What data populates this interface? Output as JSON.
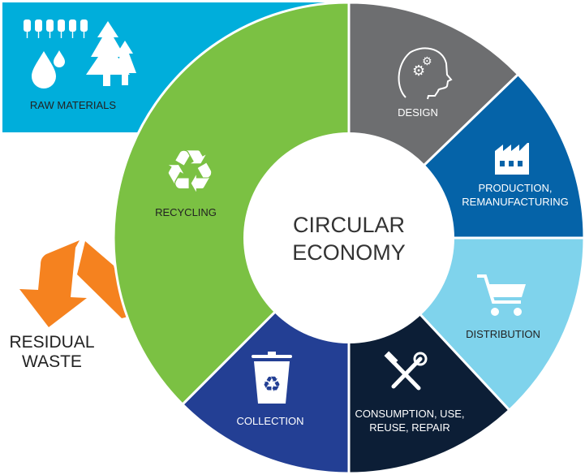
{
  "title": {
    "line1": "CIRCULAR",
    "line2": "ECONOMY"
  },
  "raw_materials": {
    "label": "RAW MATERIALS",
    "color": "#00aedb"
  },
  "residual_waste": {
    "line1": "RESIDUAL",
    "line2": "WASTE",
    "color": "#f5821f"
  },
  "segments": [
    {
      "id": "design",
      "lines": [
        "DESIGN"
      ],
      "color": "#6d6e70",
      "start_deg": 0,
      "end_deg": 46,
      "icon": "head-gears-icon"
    },
    {
      "id": "production",
      "lines": [
        "PRODUCTION,",
        "REMANUFACTURING"
      ],
      "color": "#0563a8",
      "start_deg": 46,
      "end_deg": 90,
      "icon": "factory-icon"
    },
    {
      "id": "distribution",
      "lines": [
        "DISTRIBUTION"
      ],
      "color": "#7fd3ec",
      "start_deg": 90,
      "end_deg": 137,
      "icon": "shopping-cart-icon"
    },
    {
      "id": "consumption",
      "lines": [
        "CONSUMPTION, USE,",
        "REUSE, REPAIR"
      ],
      "color": "#0c1e36",
      "start_deg": 137,
      "end_deg": 180,
      "icon": "tools-icon"
    },
    {
      "id": "collection",
      "lines": [
        "COLLECTION"
      ],
      "color": "#233f94",
      "start_deg": 180,
      "end_deg": 225,
      "icon": "recycle-bin-icon"
    },
    {
      "id": "recycling",
      "lines": [
        "RECYCLING"
      ],
      "color": "#7bc143",
      "start_deg": 225,
      "end_deg": 360,
      "icon": "recycle-icon"
    }
  ]
}
